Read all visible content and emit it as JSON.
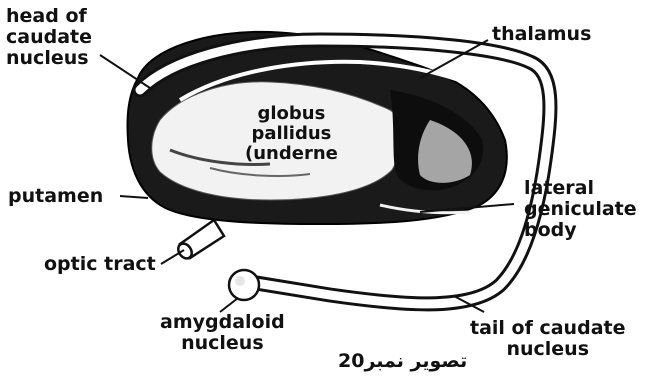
{
  "diagram": {
    "labels": {
      "head_of_caudate": [
        "head of",
        "caudate",
        "nucleus"
      ],
      "thalamus": "thalamus",
      "globus_pallidus": [
        "globus",
        "pallidus",
        "(underne"
      ],
      "putamen": "putamen",
      "lateral_geniculate": [
        "lateral",
        "geniculate",
        "body"
      ],
      "optic_tract": "optic tract",
      "amygdaloid": [
        "amygdaloid",
        "nucleus"
      ],
      "tail_of_caudate": [
        "tail of caudate",
        "nucleus"
      ]
    },
    "caption": "تصویر نمبر20"
  }
}
